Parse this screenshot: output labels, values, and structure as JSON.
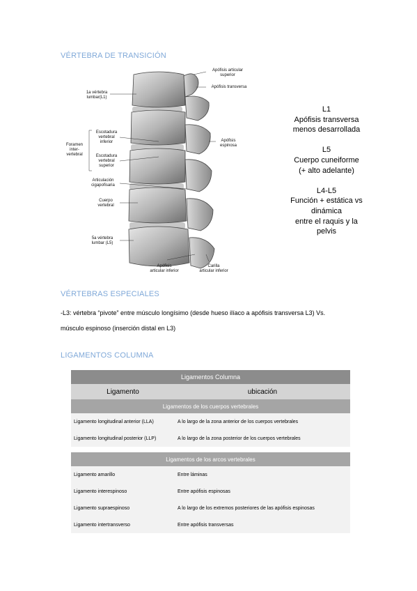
{
  "sections": {
    "transicion": "VÉRTEBRA DE TRANSICIÓN",
    "especiales": "VÉRTEBRAS ESPECIALES",
    "ligamentos": "LIGAMENTOS COLUMNA"
  },
  "figure_labels": {
    "apofisis_articular_superior_1": "Apófisis articular",
    "apofisis_articular_superior_2": "superior",
    "apofisis_transversa": "Apófisis transversa",
    "v1a_1": "1a vértebra",
    "v1a_2": "lumbar(L1)",
    "escotadura_inf_1": "Escotadura",
    "escotadura_inf_2": "vertebral",
    "escotadura_inf_3": "inferior",
    "foramen_1": "Foramen",
    "foramen_2": "inter-",
    "foramen_3": "vertebral",
    "escotadura_sup_1": "Escotadura",
    "escotadura_sup_2": "vertebral",
    "escotadura_sup_3": "superior",
    "apofisis_espinosa_1": "Apófisis",
    "apofisis_espinosa_2": "espinosa",
    "articulacion_1": "Articulación",
    "articulacion_2": "cigapofisaria",
    "cuerpo_1": "Cuerpo",
    "cuerpo_2": "vertebral",
    "v5a_1": "5a vértebra",
    "v5a_2": "lumbar (L5)",
    "apofisis_art_inf_1": "Apófisis",
    "apofisis_art_inf_2": "articular inferior",
    "carilla_1": "Carilla",
    "carilla_2": "articular inferior"
  },
  "notes": {
    "l1_title": "L1",
    "l1_line1": "Apófisis transversa",
    "l1_line2": "menos desarrollada",
    "l5_title": "L5",
    "l5_line1": "Cuerpo cuneiforme",
    "l5_line2": "(+ alto adelante)",
    "l45_title": "L4-L5",
    "l45_line1": "Función + estática vs",
    "l45_line2": "dinámica",
    "l45_line3": "entre el raquis y la",
    "l45_line4": "pelvis"
  },
  "especiales_text": {
    "line1": "-L3: vértebra “pivote” entre músculo longísimo (desde hueso ilíaco a apófisis transversa L3) Vs.",
    "line2": "músculo espinoso (inserción distal en L3)"
  },
  "table": {
    "title": "Ligamentos Columna",
    "col1": "Ligamento",
    "col2": "ubicación",
    "section1": "Ligamentos de los cuerpos vertebrales",
    "rows1": [
      {
        "name": "Ligamento longitudinal anterior (LLA)",
        "loc": "A lo largo de la zona anterior de los cuerpos vertebrales"
      },
      {
        "name": "Ligamento longitudinal posterior (LLP)",
        "loc": "A lo largo de la zona posterior de los cuerpos vertebrales"
      }
    ],
    "section2": "Ligamentos  de los arcos vertebrales",
    "rows2": [
      {
        "name": "Ligamento amarillo",
        "loc": "Entre láminas"
      },
      {
        "name": "Ligamento interespinoso",
        "loc": "Entre apófisis espinosas"
      },
      {
        "name": "Ligamento supraespinoso",
        "loc": "A lo largo de los extremos posteriores de las apófisis espinosas"
      },
      {
        "name": "Ligamento intertransverso",
        "loc": "Entre apófisis transversas"
      }
    ]
  }
}
